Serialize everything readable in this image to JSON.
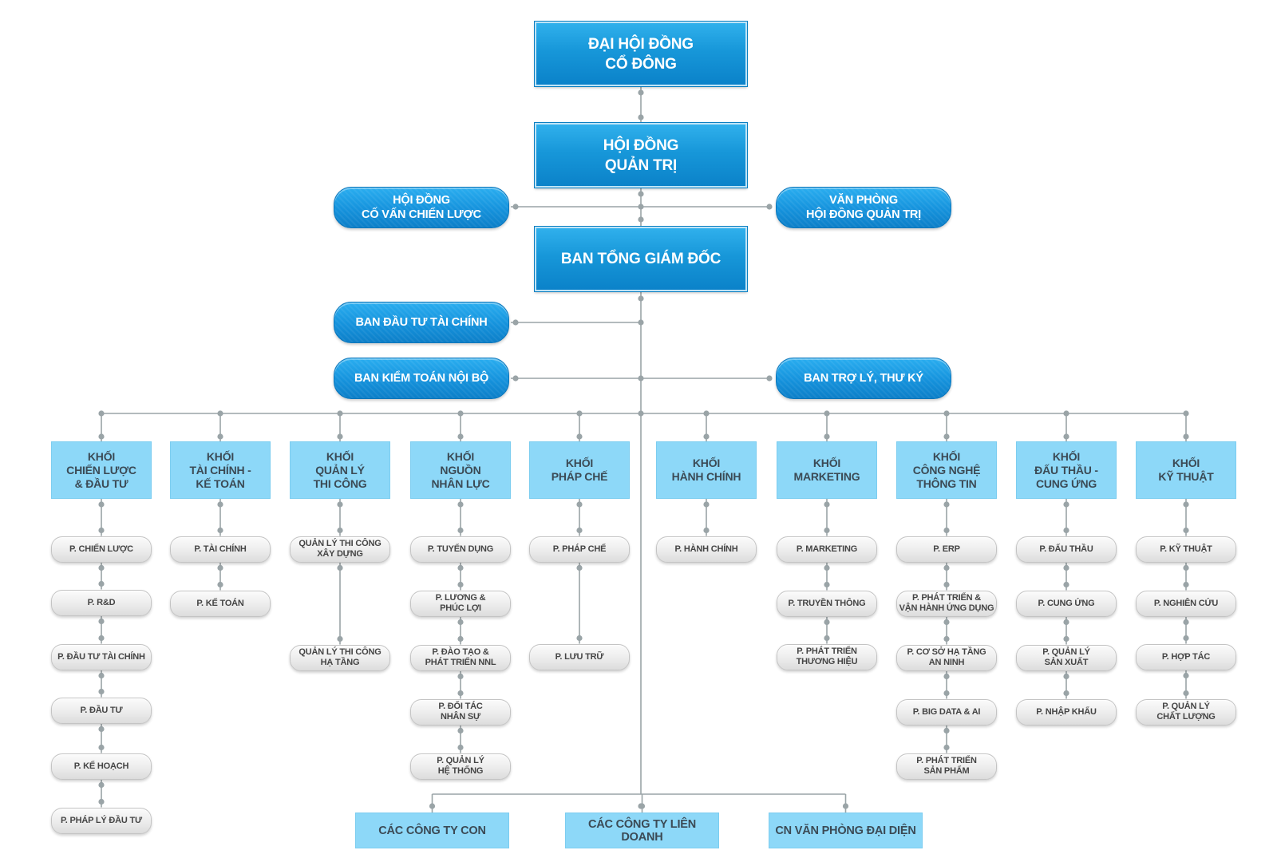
{
  "colors": {
    "top_box": "#1797d9",
    "pill": "#1592dc",
    "khoi_box": "#8dd8f8",
    "dept_box": "#e6e6e6",
    "line": "#9aa4a7"
  },
  "top": {
    "dai_hoi_dong": "ĐẠI HỘI ĐỒNG\nCỔ ĐÔNG",
    "hoi_dong_quan_tri": "HỘI ĐỒNG\nQUẢN TRỊ",
    "ban_tong_giam_doc": "BAN TỔNG GIÁM ĐỐC"
  },
  "side": {
    "hoi_dong_co_van": "HỘI ĐỒNG\nCỐ VẤN CHIẾN LƯỢC",
    "van_phong_hdqt": "VĂN PHÒNG\nHỘI ĐỒNG QUẢN TRỊ",
    "ban_dau_tu": "BAN ĐẦU TƯ TÀI CHÍNH",
    "ban_kiem_toan": "BAN KIỂM TOÁN NỘI BỘ",
    "ban_tro_ly": "BAN TRỢ LÝ, THƯ KÝ"
  },
  "khoi": [
    {
      "name": "KHỐI\nCHIẾN LƯỢC\n& ĐẦU TƯ",
      "depts": [
        "P. CHIẾN LƯỢC",
        "P. R&D",
        "P. ĐẦU TƯ TÀI CHÍNH",
        "P. ĐẦU TƯ",
        "P. KẾ HOẠCH",
        "P. PHÁP LÝ ĐẦU TƯ"
      ]
    },
    {
      "name": "KHỐI\nTÀI CHÍNH -\nKẾ TOÁN",
      "depts": [
        "P. TÀI CHÍNH",
        "P. KẾ TOÁN"
      ]
    },
    {
      "name": "KHỐI\nQUẢN LÝ\nTHI CÔNG",
      "depts": [
        "QUẢN LÝ THI CÔNG\nXÂY DỰNG",
        "QUẢN LÝ THI CÔNG\nHẠ TẦNG"
      ]
    },
    {
      "name": "KHỐI\nNGUỒN\nNHÂN LỰC",
      "depts": [
        "P. TUYỂN DỤNG",
        "P. LƯƠNG &\nPHÚC LỢI",
        "P. ĐÀO TẠO &\nPHÁT TRIỂN NNL",
        "P. ĐỐI TÁC\nNHÂN SỰ",
        "P. QUẢN LÝ\nHỆ THỐNG"
      ]
    },
    {
      "name": "KHỐI\nPHÁP CHẾ",
      "depts": [
        "P. PHÁP CHẾ",
        "P. LƯU TRỮ"
      ]
    },
    {
      "name": "KHỐI\nHÀNH CHÍNH",
      "depts": [
        "P. HÀNH CHÍNH"
      ]
    },
    {
      "name": "KHỐI\nMARKETING",
      "depts": [
        "P. MARKETING",
        "P. TRUYỀN THÔNG",
        "P. PHÁT TRIỂN\nTHƯƠNG HIỆU"
      ]
    },
    {
      "name": "KHỐI\nCÔNG NGHỆ\nTHÔNG TIN",
      "depts": [
        "P. ERP",
        "P. PHÁT TRIỂN &\nVẬN HÀNH ỨNG DỤNG",
        "P. CƠ SỞ HẠ TẦNG\nAN NINH",
        "P. BIG DATA & AI",
        "P. PHÁT TRIỂN\nSẢN PHẨM"
      ]
    },
    {
      "name": "KHỐI\nĐẤU THẦU -\nCUNG ỨNG",
      "depts": [
        "P. ĐẤU THẦU",
        "P. CUNG ỨNG",
        "P. QUẢN LÝ\nSẢN XUẤT",
        "P. NHẬP KHẨU"
      ]
    },
    {
      "name": "KHỐI\nKỸ THUẬT",
      "depts": [
        "P. KỸ THUẬT",
        "P. NGHIÊN CỨU",
        "P. HỢP TÁC",
        "P. QUẢN LÝ\nCHẤT LƯỢNG"
      ]
    }
  ],
  "bottom": [
    "CÁC CÔNG TY CON",
    "CÁC CÔNG TY LIÊN DOANH",
    "CN VĂN PHÒNG ĐẠI DIỆN"
  ]
}
